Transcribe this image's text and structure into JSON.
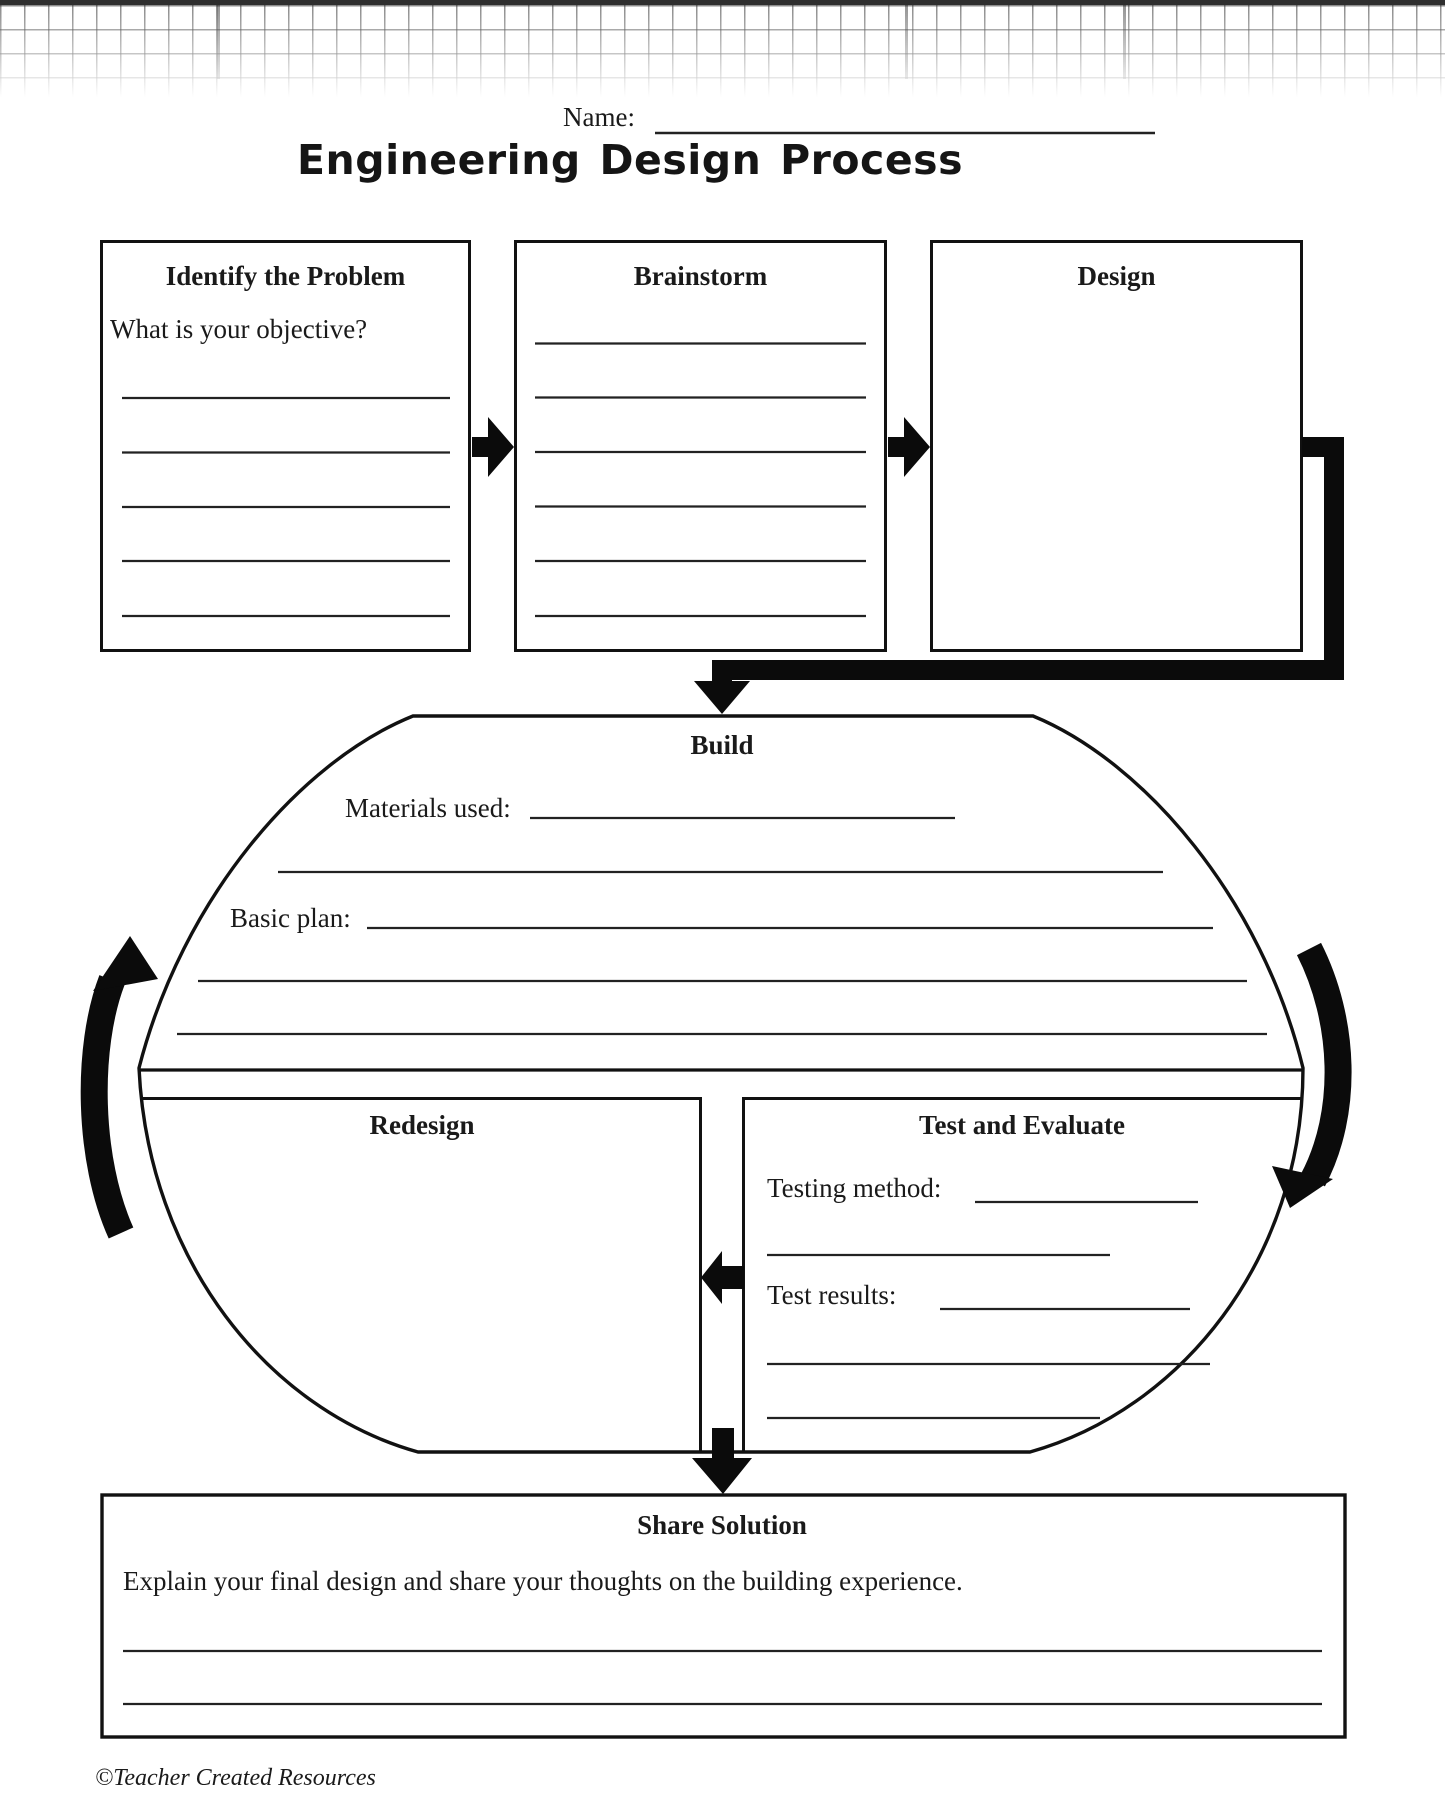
{
  "page": {
    "name_label": "Name:",
    "title": "Engineering Design Process",
    "footer_credit": "©Teacher Created Resources"
  },
  "steps": {
    "identify": {
      "title": "Identify the Problem",
      "prompt": "What is your objective?",
      "write_lines": 5
    },
    "brainstorm": {
      "title": "Brainstorm",
      "write_lines": 6
    },
    "design": {
      "title": "Design"
    },
    "build": {
      "title": "Build",
      "materials_label": "Materials used:",
      "basic_plan_label": "Basic plan:",
      "write_lines": 5
    },
    "redesign": {
      "title": "Redesign"
    },
    "test_evaluate": {
      "title": "Test and Evaluate",
      "testing_method_label": "Testing method:",
      "test_results_label": "Test results:",
      "write_lines": 5
    },
    "share": {
      "title": "Share Solution",
      "prompt": "Explain your final design and share your thoughts on the building experience.",
      "write_lines": 2
    }
  }
}
